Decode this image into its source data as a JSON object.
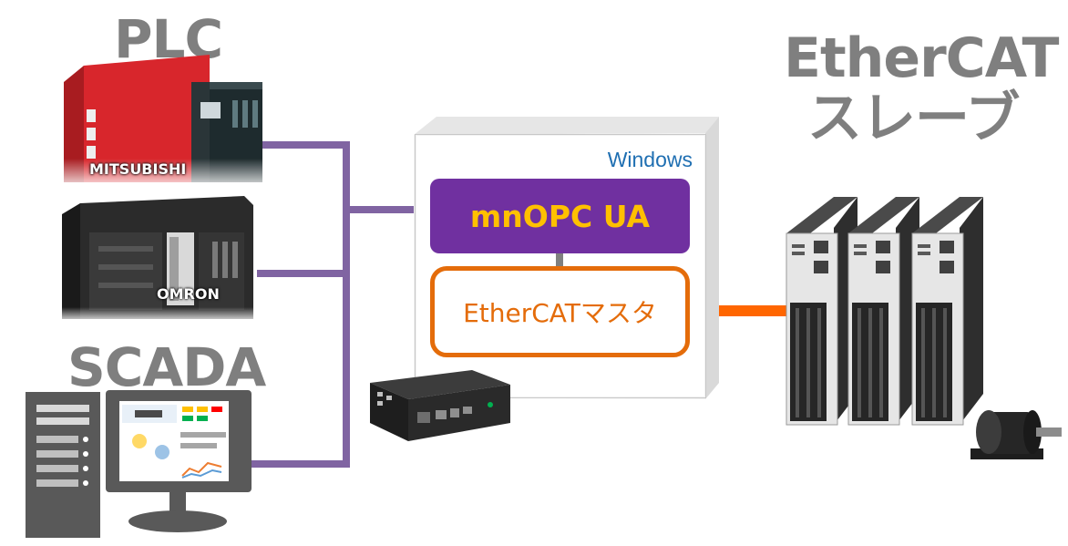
{
  "titles": {
    "plc": "PLC",
    "scada": "SCADA",
    "ethercat": "EtherCAT",
    "slave": "スレーブ"
  },
  "devices": {
    "mitsubishi": "MITSUBISHI",
    "omron": "OMRON"
  },
  "windows_box": {
    "os_label": "Windows",
    "opc_label": "mnOPC UA",
    "master_label": "EtherCATマスタ"
  },
  "colors": {
    "title_gray": "#7f7f7f",
    "network_purple": "#8064a2",
    "opc_purple": "#7030a0",
    "opc_text": "#ffc000",
    "ethercat_orange": "#e46c0a",
    "windows_blue": "#1f6fb2"
  }
}
